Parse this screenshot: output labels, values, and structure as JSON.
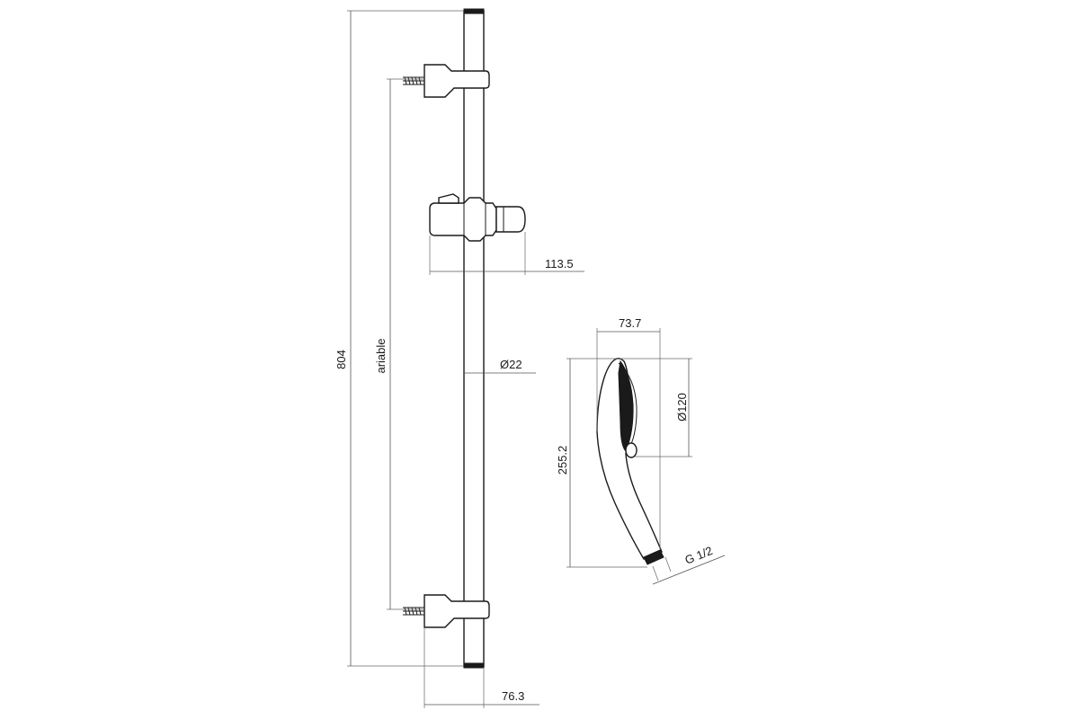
{
  "dimensions": {
    "overall_height": "804",
    "variable": "ariable",
    "holder_width": "113.5",
    "rail_diameter": "Ø22",
    "wall_offset": "76.3",
    "head_width": "73.7",
    "head_diameter": "Ø120",
    "hand_shower_length": "255.2",
    "thread": "G 1/2"
  },
  "colors": {
    "line": "#1a1a1a",
    "dimension": "#555555"
  }
}
